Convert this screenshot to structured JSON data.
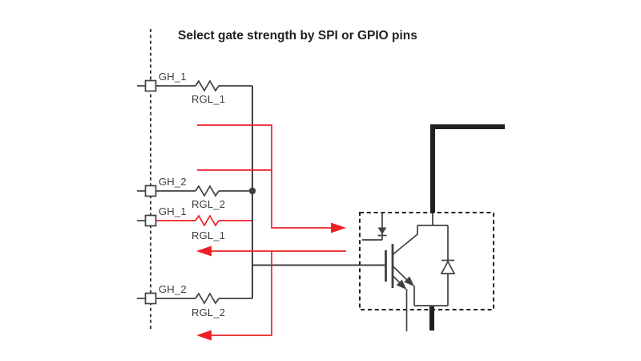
{
  "title": "Select gate strength by SPI or GPIO pins",
  "pins": [
    {
      "name": "GH_1",
      "resistor": "RGL_1",
      "highlighted": false
    },
    {
      "name": "GH_2",
      "resistor": "RGL_2",
      "highlighted": false
    },
    {
      "name": "GH_1",
      "resistor": "RGL_1",
      "highlighted": true
    },
    {
      "name": "GH_2",
      "resistor": "RGL_2",
      "highlighted": false
    }
  ],
  "colors": {
    "line": "#404042",
    "red": "#ec2027",
    "bus": "#231f20",
    "text": "#404042",
    "title_text": "#231f20",
    "background": "#ffffff"
  }
}
